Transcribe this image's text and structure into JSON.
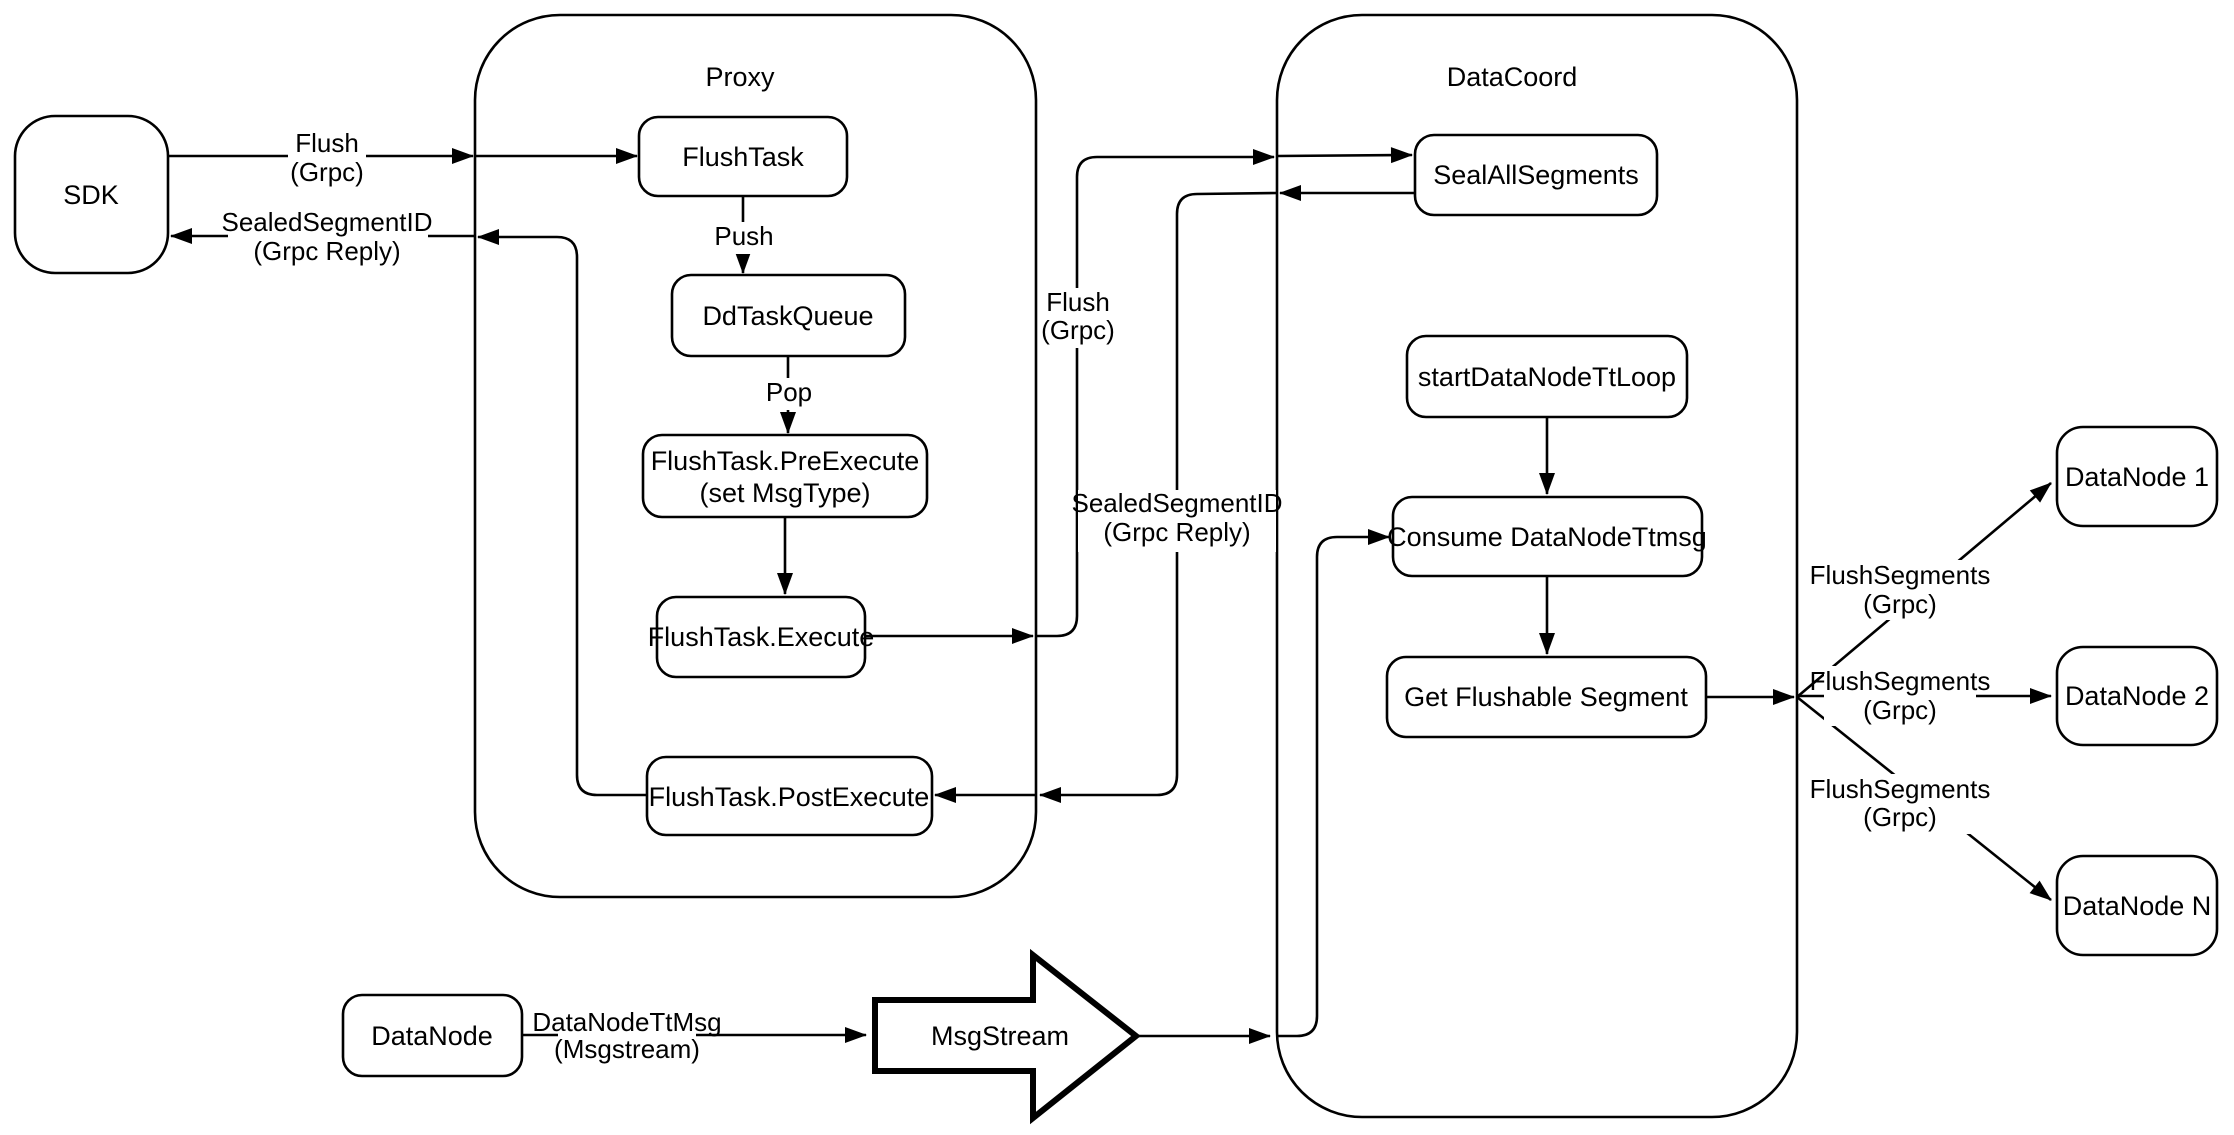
{
  "containers": {
    "proxy": {
      "title": "Proxy"
    },
    "datacoord": {
      "title": "DataCoord"
    }
  },
  "nodes": {
    "sdk": "SDK",
    "flush_task": "FlushTask",
    "dd_task_queue": "DdTaskQueue",
    "pre_execute_line1": "FlushTask.PreExecute",
    "pre_execute_line2": "(set MsgType)",
    "execute": "FlushTask.Execute",
    "post_execute": "FlushTask.PostExecute",
    "seal_all_segments": "SealAllSegments",
    "start_datanode_tt_loop": "startDataNodeTtLoop",
    "consume_datanode_ttmsg": "Consume DataNodeTtmsg",
    "get_flushable_segment": "Get Flushable Segment",
    "datanode_1": "DataNode 1",
    "datanode_2": "DataNode 2",
    "datanode_n": "DataNode N",
    "datanode": "DataNode",
    "msgstream": "MsgStream"
  },
  "edge_labels": {
    "flush_grpc_line1": "Flush",
    "flush_grpc_line2": "(Grpc)",
    "sealed_reply_line1": "SealedSegmentID",
    "sealed_reply_line2": "(Grpc Reply)",
    "push": "Push",
    "pop": "Pop",
    "flush_grpc_inner_line1": "Flush",
    "flush_grpc_inner_line2": "(Grpc)",
    "sealed_reply_inner_line1": "SealedSegmentID",
    "sealed_reply_inner_line2": "(Grpc Reply)",
    "flush_segments_1_line1": "FlushSegments",
    "flush_segments_1_line2": "(Grpc)",
    "flush_segments_2_line1": "FlushSegments",
    "flush_segments_2_line2": "(Grpc)",
    "flush_segments_3_line1": "FlushSegments",
    "flush_segments_3_line2": "(Grpc)",
    "datanode_ttmsg_line1": "DataNodeTtMsg",
    "datanode_ttmsg_line2": "(Msgstream)"
  },
  "colors": {
    "stroke": "#000000",
    "fill": "#ffffff",
    "background": "#ffffff"
  }
}
